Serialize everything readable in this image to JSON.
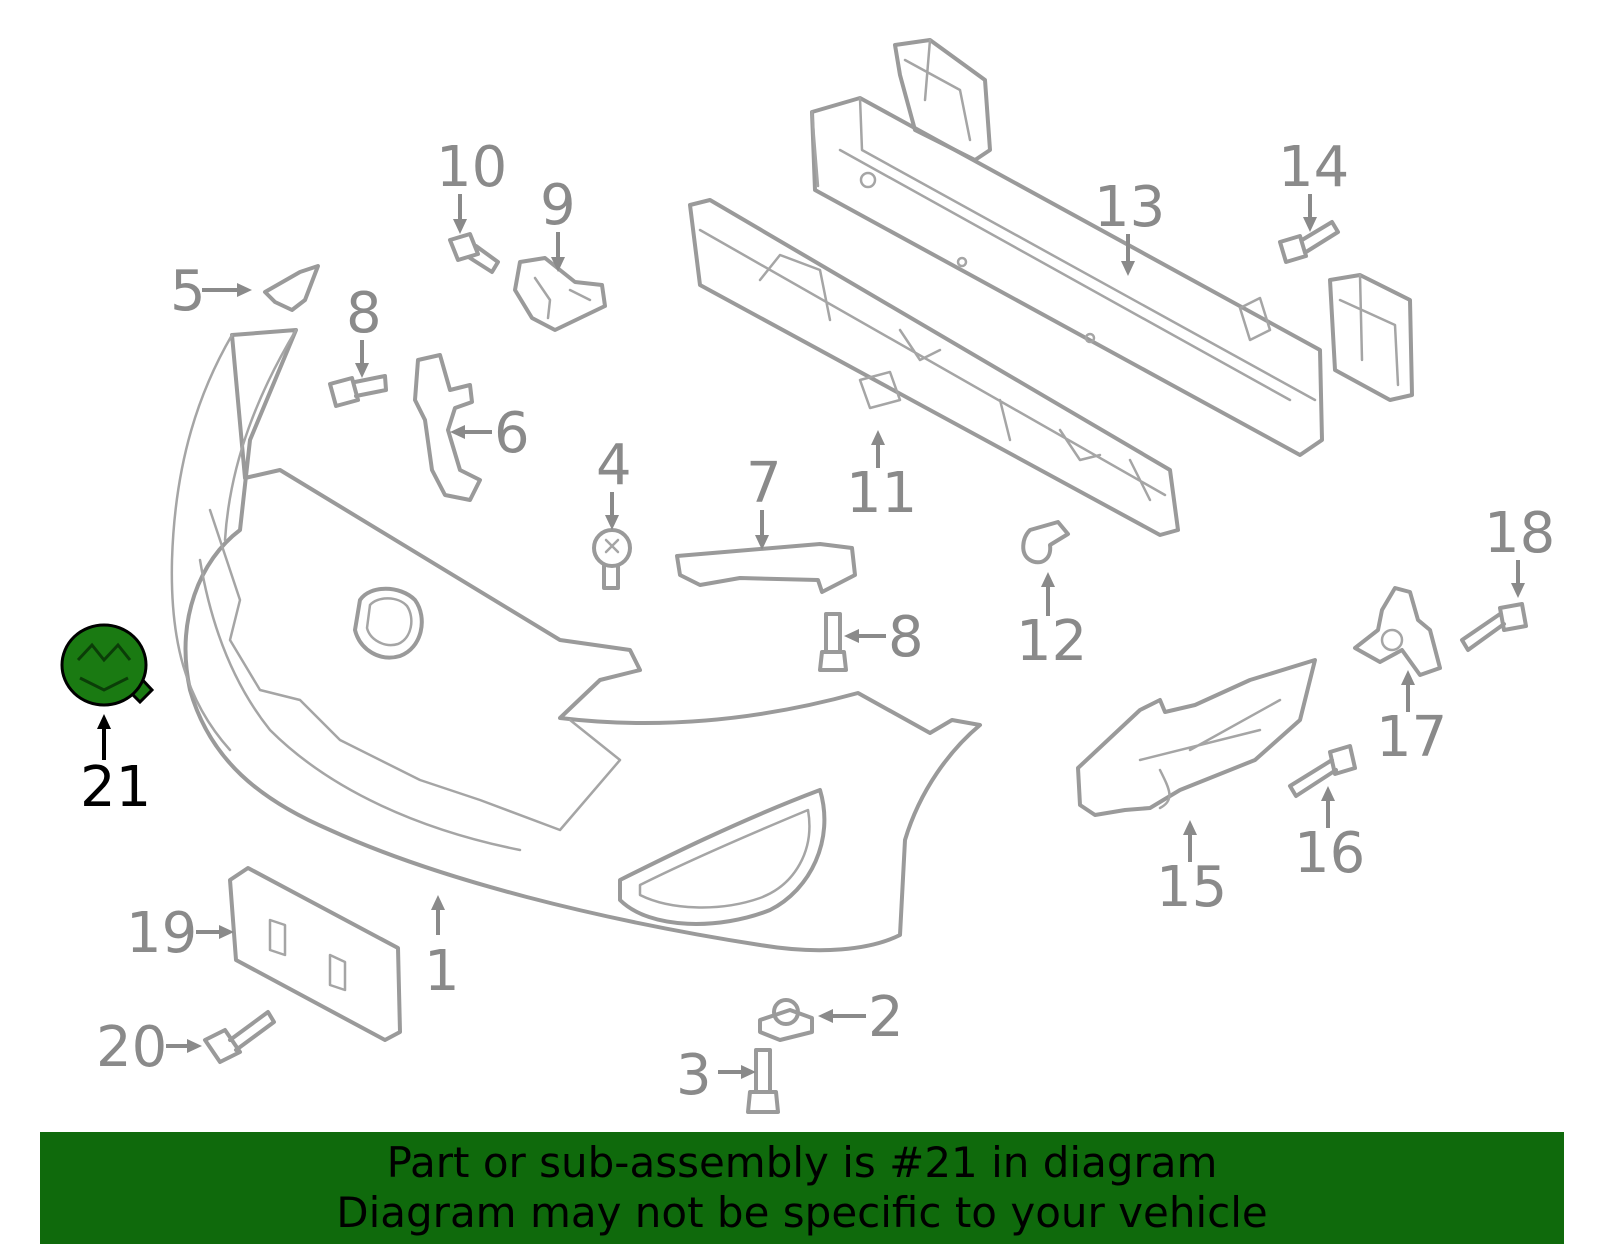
{
  "callouts": {
    "c1": "1",
    "c2": "2",
    "c3": "3",
    "c4": "4",
    "c5": "5",
    "c6": "6",
    "c7": "7",
    "c8a": "8",
    "c8b": "8",
    "c9": "9",
    "c10": "10",
    "c11": "11",
    "c12": "12",
    "c13": "13",
    "c14": "14",
    "c15": "15",
    "c16": "16",
    "c17": "17",
    "c18": "18",
    "c19": "19",
    "c20": "20",
    "c21": "21"
  },
  "highlight": {
    "part": "21",
    "color": "#1a7a12"
  },
  "banner": {
    "line1": "Part or sub-assembly is #21 in diagram",
    "line2": "Diagram may not be specific to your vehicle",
    "background": "#0f6a0c"
  }
}
